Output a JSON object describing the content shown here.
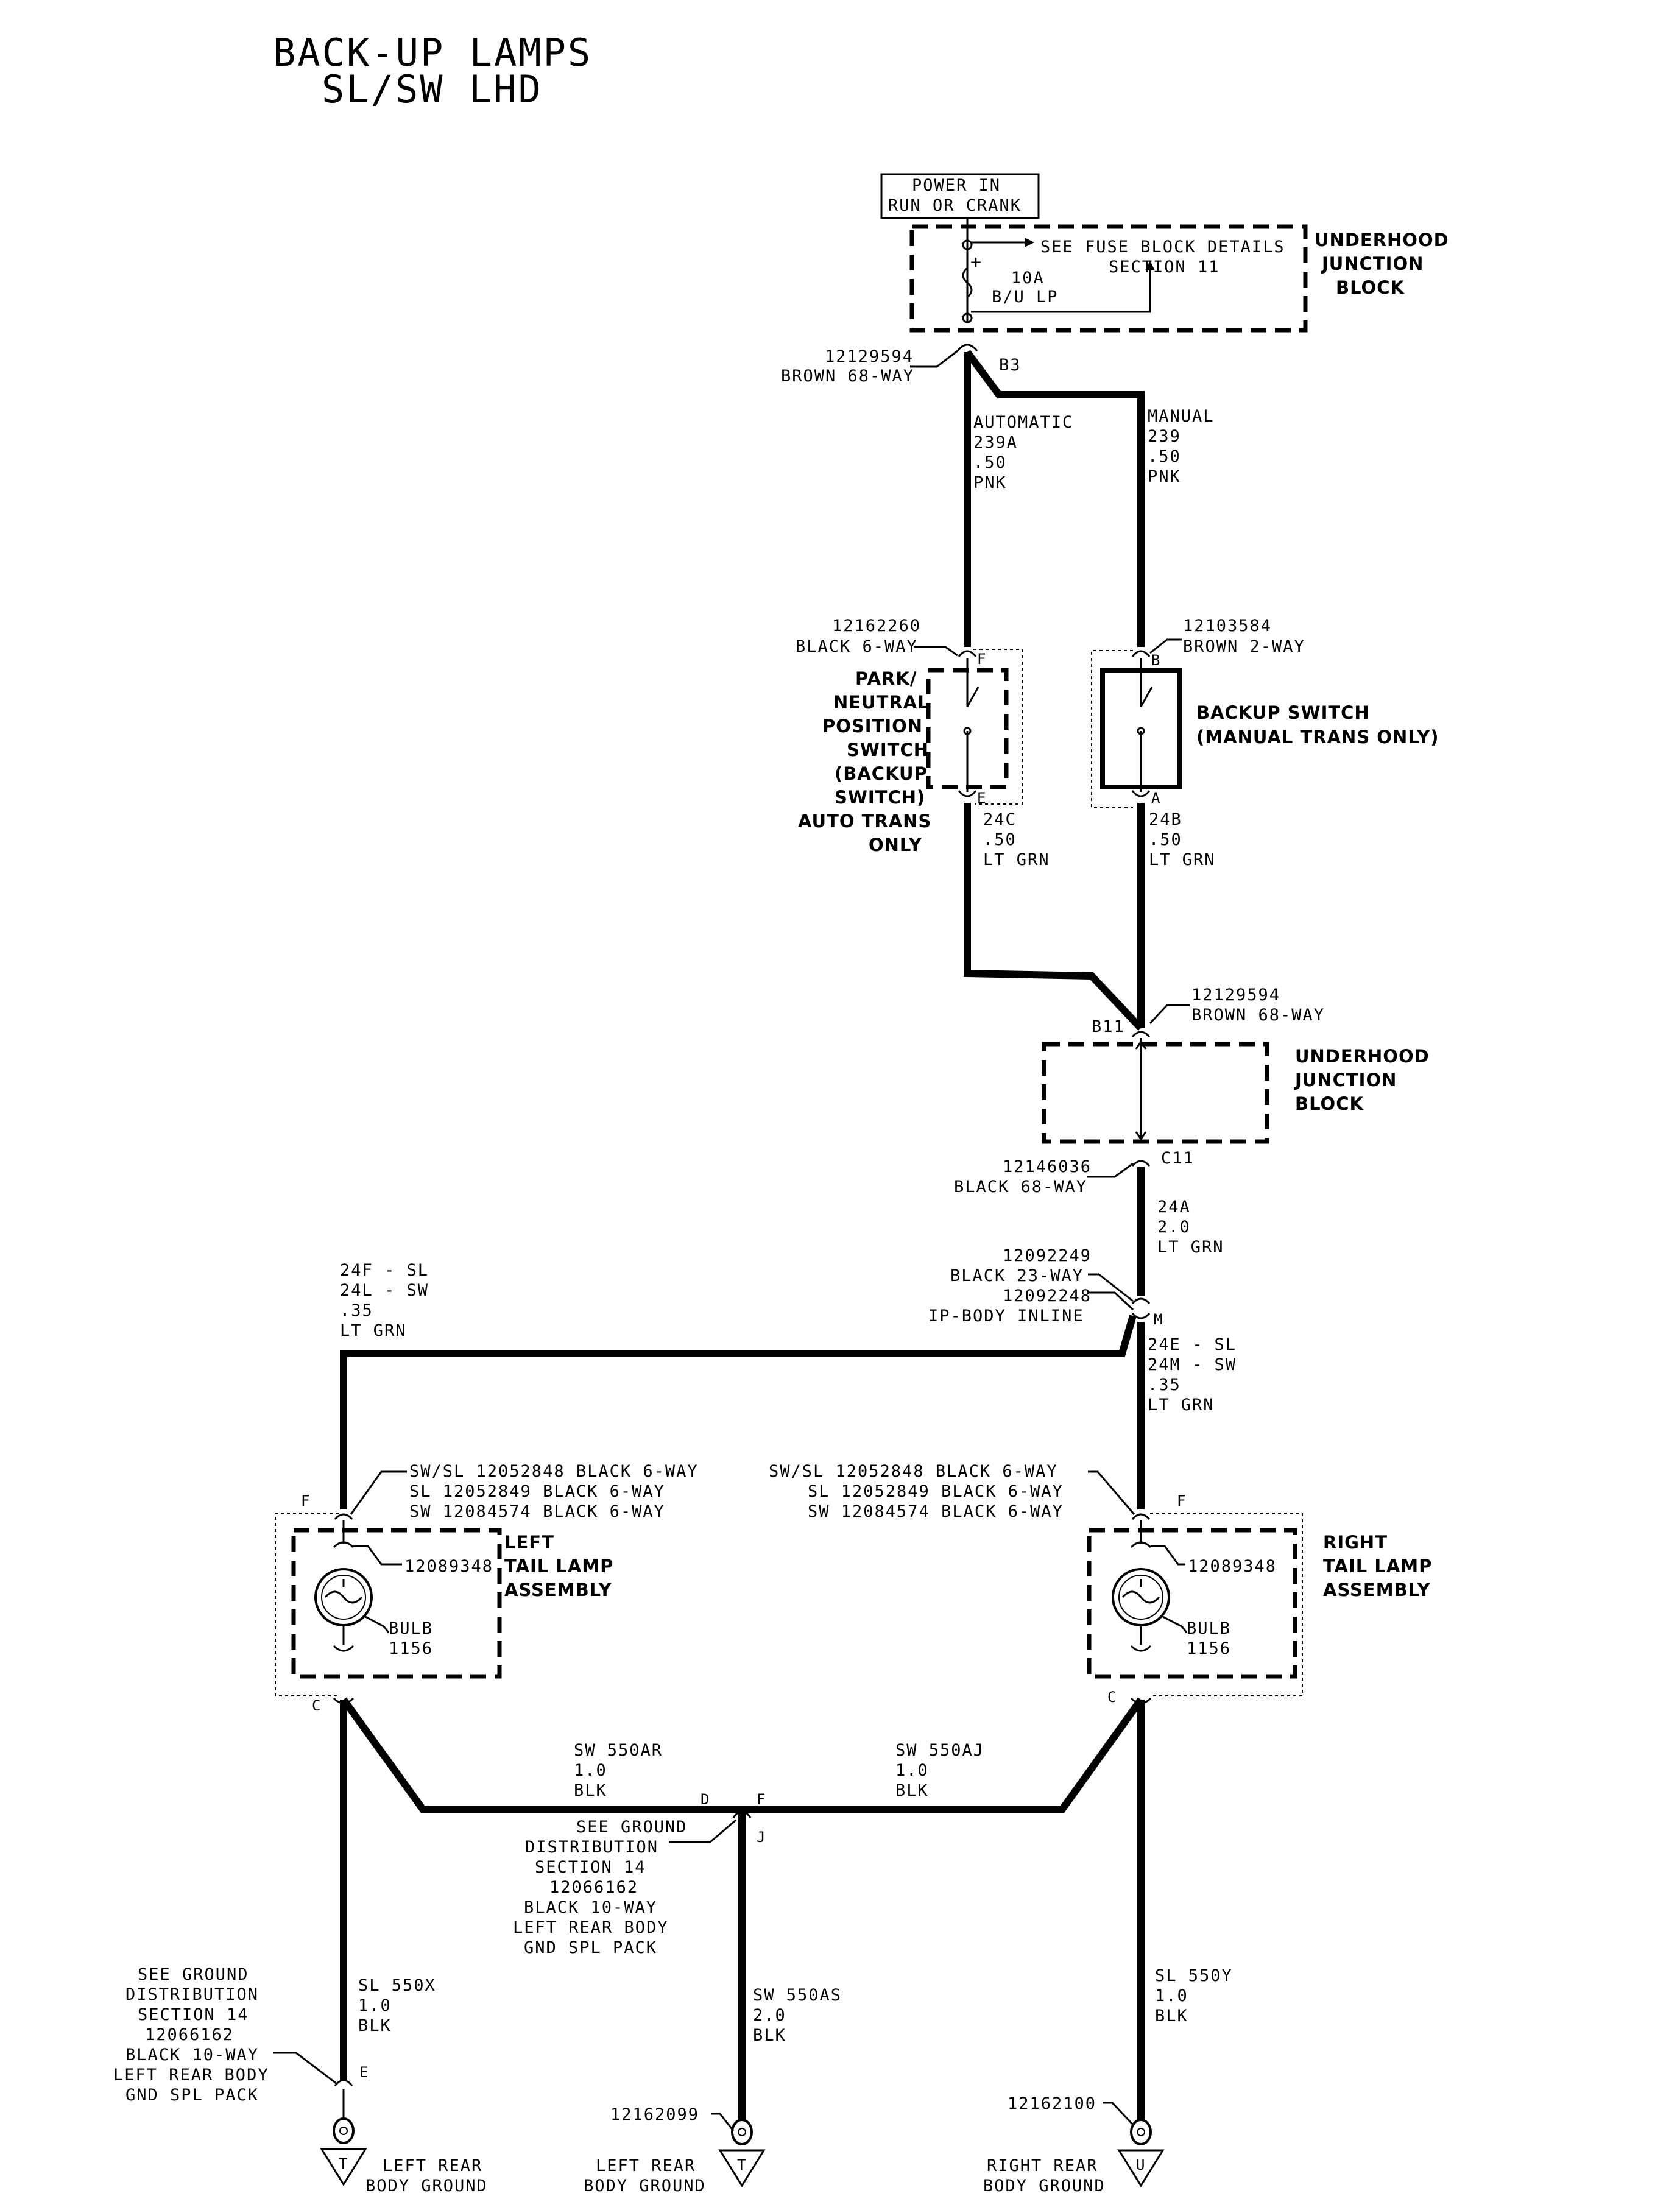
{
  "title": {
    "line1": "BACK-UP LAMPS",
    "line2": "SL/SW LHD"
  },
  "power": {
    "line1": "POWER IN",
    "line2": "RUN OR CRANK"
  },
  "fuse_block": {
    "detail1": "SEE FUSE BLOCK DETAILS",
    "detail2": "SECTION 11",
    "fuse_rating": "10A",
    "fuse_name": "B/U LP",
    "name": [
      "UNDERHOOD",
      "JUNCTION",
      "BLOCK"
    ]
  },
  "connectors": {
    "b3_part": "12129594",
    "b3_desc": "BROWN 68-WAY",
    "b3_pin": "B3",
    "pn_part": "12162260",
    "pn_desc": "BLACK 6-WAY",
    "pn_pin_top": "F",
    "pn_pin_bot": "E",
    "bs_part": "12103584",
    "bs_desc": "BROWN 2-WAY",
    "bs_pin_top": "B",
    "bs_pin_bot": "A",
    "b11_part": "12129594",
    "b11_desc": "BROWN 68-WAY",
    "b11_pin": "B11",
    "c11_part": "12146036",
    "c11_desc": "BLACK 68-WAY",
    "c11_pin": "C11",
    "inline": [
      "12092249",
      "BLACK 23-WAY",
      "12092248",
      "IP-BODY INLINE"
    ],
    "inline_pin": "M"
  },
  "wires": {
    "auto": [
      "AUTOMATIC",
      "239A",
      ".50",
      "PNK"
    ],
    "manual": [
      "MANUAL",
      "239",
      ".50",
      "PNK"
    ],
    "w24c": [
      "24C",
      ".50",
      "LT GRN"
    ],
    "w24b": [
      "24B",
      ".50",
      "LT GRN"
    ],
    "w24a": [
      "24A",
      "2.0",
      "LT GRN"
    ],
    "w24f": [
      "24F - SL",
      "24L - SW",
      ".35",
      "LT GRN"
    ],
    "w24e": [
      "24E - SL",
      "24M - SW",
      ".35",
      "LT GRN"
    ],
    "w550ar": [
      "SW 550AR",
      "1.0",
      "BLK"
    ],
    "w550aj": [
      "SW 550AJ",
      "1.0",
      "BLK"
    ],
    "w550x": [
      "SL 550X",
      "1.0",
      "BLK"
    ],
    "w550as": [
      "SW 550AS",
      "2.0",
      "BLK"
    ],
    "w550y": [
      "SL 550Y",
      "1.0",
      "BLK"
    ]
  },
  "switches": {
    "park_neutral": [
      "PARK/",
      "NEUTRAL",
      "POSITION",
      "SWITCH",
      "(BACKUP",
      "SWITCH)",
      "AUTO TRANS",
      "ONLY"
    ],
    "backup": [
      "BACKUP SWITCH",
      "(MANUAL TRANS ONLY)"
    ]
  },
  "junction2": [
    "UNDERHOOD",
    "JUNCTION",
    "BLOCK"
  ],
  "lamps": {
    "left_conn": [
      "SW/SL 12052848 BLACK 6-WAY",
      "SL 12052849 BLACK 6-WAY",
      "SW 12084574 BLACK 6-WAY"
    ],
    "right_conn": [
      "SW/SL 12052848 BLACK 6-WAY",
      "SL 12052849 BLACK 6-WAY",
      "SW 12084574 BLACK 6-WAY"
    ],
    "pin_f": "F",
    "pin_c": "C",
    "socket": "12089348",
    "bulb": [
      "BULB",
      "1156"
    ],
    "left_name": [
      "LEFT",
      "TAIL LAMP",
      "ASSEMBLY"
    ],
    "right_name": [
      "RIGHT",
      "TAIL LAMP",
      "ASSEMBLY"
    ]
  },
  "splice": {
    "pin_d": "D",
    "pin_f": "F",
    "pin_j": "J",
    "pin_e": "E",
    "center_note": [
      "SEE GROUND",
      "DISTRIBUTION",
      "SECTION 14",
      "12066162",
      "BLACK 10-WAY",
      "LEFT REAR BODY",
      "GND SPL PACK"
    ],
    "left_note": [
      "SEE GROUND",
      "DISTRIBUTION",
      "SECTION 14",
      "12066162",
      "BLACK 10-WAY",
      "LEFT REAR BODY",
      "GND SPL PACK"
    ]
  },
  "grounds": {
    "g1": {
      "letter": "T",
      "name": [
        "LEFT REAR",
        "BODY GROUND"
      ]
    },
    "g2": {
      "part": "12162099",
      "letter": "T",
      "name": [
        "LEFT REAR",
        "BODY GROUND"
      ]
    },
    "g3": {
      "part": "12162100",
      "letter": "U",
      "name": [
        "RIGHT REAR",
        "BODY GROUND"
      ]
    }
  }
}
